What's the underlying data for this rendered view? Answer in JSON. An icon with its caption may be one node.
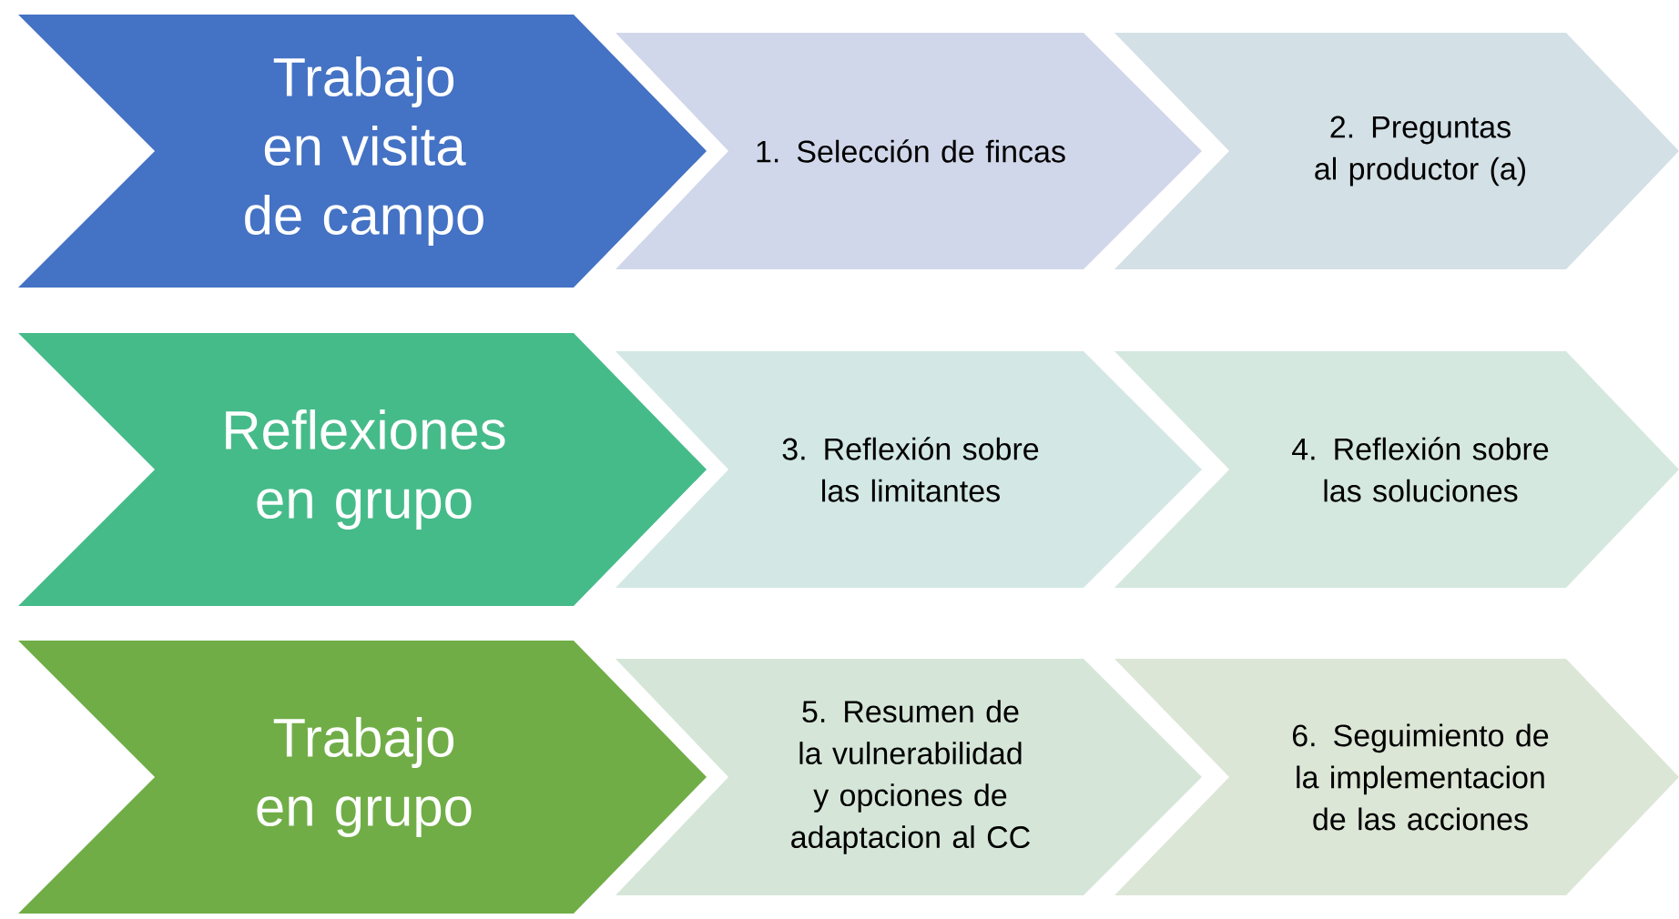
{
  "diagram": {
    "nodes": [
      {
        "text": [
          "Trabajo en visita de campo"
        ]
      },
      {
        "text": [
          "1. Selección de fincas"
        ]
      },
      {
        "text": [
          "2. Preguntas al productor (a)"
        ]
      },
      {
        "text": [
          "Reflexiones en grupo"
        ]
      },
      {
        "text": [
          "3. Reflexión sobre las limitantes"
        ]
      },
      {
        "text": [
          "4. Reflexión sobre las soluciones"
        ]
      },
      {
        "text": [
          "Trabajo en grupo"
        ]
      },
      {
        "text": [
          "5. Resumen de la vulnerabilidad y opciones de adaptacion al CC"
        ]
      },
      {
        "text": [
          "6. Seguimiento de la implementacion de las acciones"
        ]
      }
    ]
  }
}
